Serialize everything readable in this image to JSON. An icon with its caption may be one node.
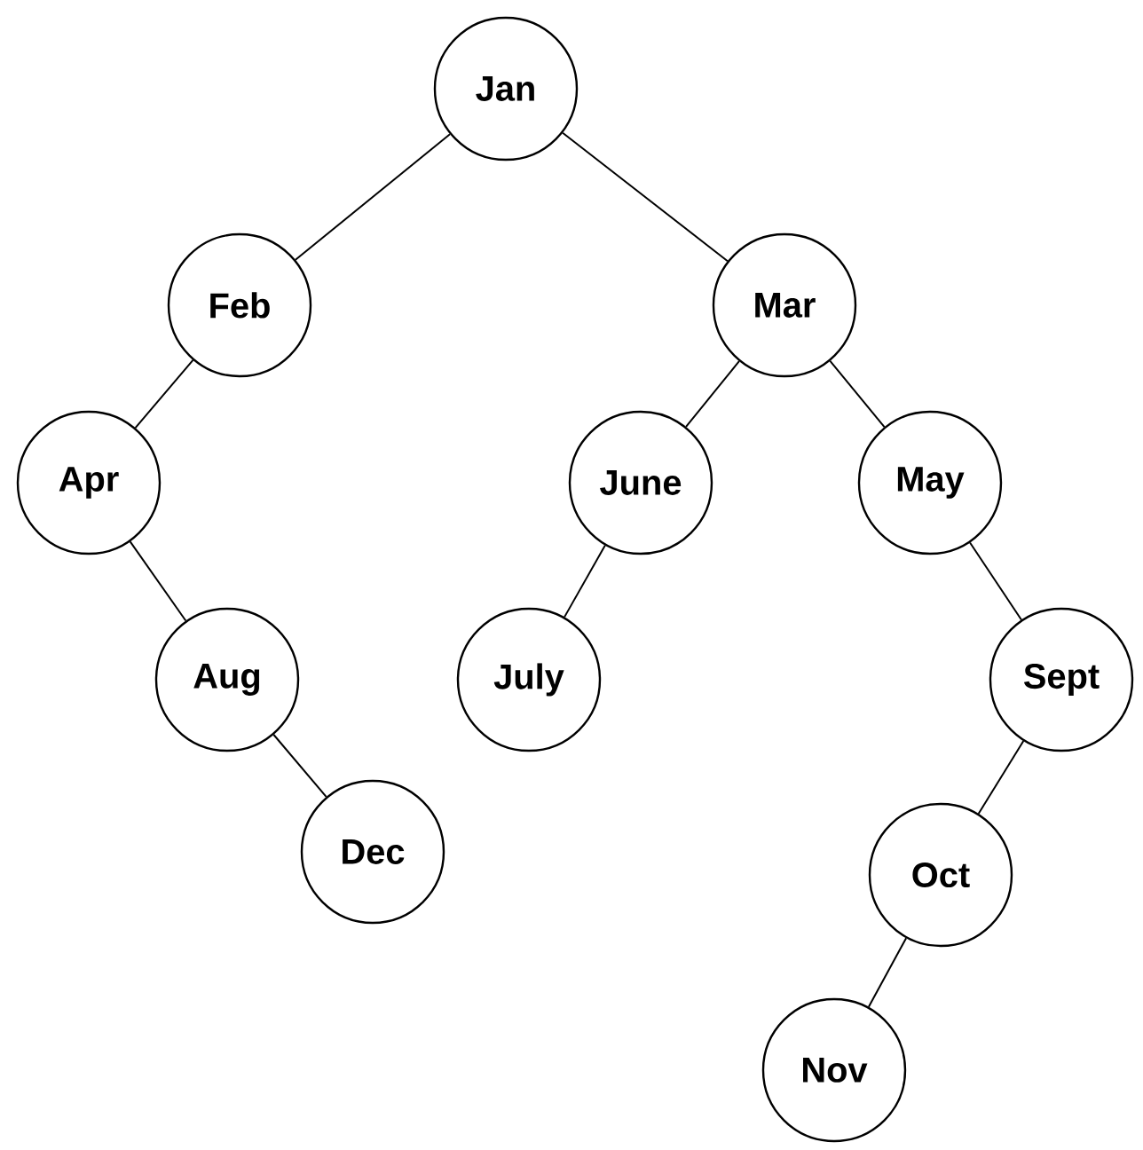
{
  "diagram": {
    "nodes": [
      {
        "text": [
          "Jan"
        ]
      },
      {
        "text": [
          "Feb"
        ]
      },
      {
        "text": [
          "Mar"
        ]
      },
      {
        "text": [
          "Apr"
        ]
      },
      {
        "text": [
          "June"
        ]
      },
      {
        "text": [
          "May"
        ]
      },
      {
        "text": [
          "Aug"
        ]
      },
      {
        "text": [
          "July"
        ]
      },
      {
        "text": [
          "Sept"
        ]
      },
      {
        "text": [
          "Dec"
        ]
      },
      {
        "text": [
          "Oct"
        ]
      },
      {
        "text": [
          "Nov"
        ]
      }
    ],
    "edges": [
      {
        "from": 0,
        "to": 1,
        "arrow": "none"
      },
      {
        "from": 0,
        "to": 2,
        "arrow": "none"
      },
      {
        "from": 1,
        "to": 3,
        "arrow": "none"
      },
      {
        "from": 3,
        "to": 6,
        "arrow": "none"
      },
      {
        "from": 6,
        "to": 9,
        "arrow": "none"
      },
      {
        "from": 2,
        "to": 4,
        "arrow": "none"
      },
      {
        "from": 2,
        "to": 5,
        "arrow": "none"
      },
      {
        "from": 4,
        "to": 7,
        "arrow": "none"
      },
      {
        "from": 5,
        "to": 8,
        "arrow": "none"
      },
      {
        "from": 8,
        "to": 10,
        "arrow": "none"
      },
      {
        "from": 10,
        "to": 11,
        "arrow": "none"
      }
    ]
  }
}
